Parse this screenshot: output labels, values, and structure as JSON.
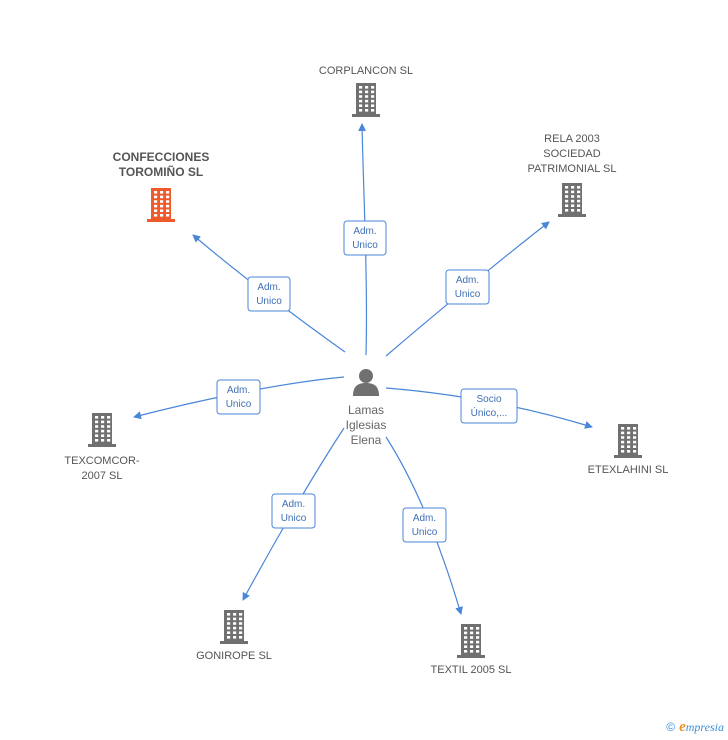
{
  "center": {
    "name": "Lamas\nIglesias\nElena",
    "icon": "person-icon"
  },
  "colors": {
    "edge": "#4a86d8",
    "building": "#707070",
    "highlight": "#ee5a2a"
  },
  "nodes": [
    {
      "id": "corplancon",
      "label": "CORPLANCON SL",
      "role": "Adm.\nUnico",
      "highlight": false
    },
    {
      "id": "rela2003",
      "label": "RELA 2003\nSOCIEDAD\nPATRIMONIAL SL",
      "role": "Adm.\nUnico",
      "highlight": false
    },
    {
      "id": "confecciones",
      "label": "CONFECCIONES\nTOROMIÑO SL",
      "role": "Adm.\nUnico",
      "highlight": true
    },
    {
      "id": "texcomcor",
      "label": "TEXCOMCOR-\n2007 SL",
      "role": "Adm.\nUnico",
      "highlight": false
    },
    {
      "id": "etexlahini",
      "label": "ETEXLAHINI SL",
      "role": "Socio\nÚnico,...",
      "highlight": false
    },
    {
      "id": "gonirope",
      "label": "GONIROPE SL",
      "role": "Adm.\nUnico",
      "highlight": false
    },
    {
      "id": "textil2005",
      "label": "TEXTIL 2005 SL",
      "role": "Adm.\nUnico",
      "highlight": false
    }
  ],
  "footer": {
    "copyright": "©",
    "brand_initial": "e",
    "brand_rest": "mpresia"
  }
}
